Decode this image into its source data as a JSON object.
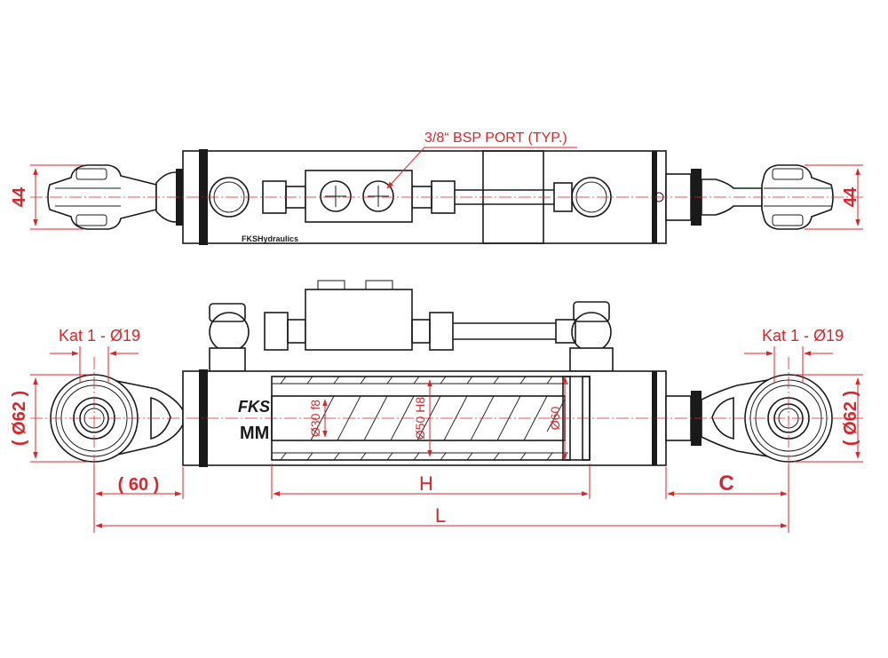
{
  "labels": {
    "port_note": "3/8“ BSP PORT (TYP.)",
    "width_left": "44",
    "width_right": "44",
    "kat_left": "Kat 1 - Ø19",
    "kat_right": "Kat 1 - Ø19",
    "eye_dia_left": "( Ø62 )",
    "eye_dia_right": "( Ø62 )",
    "rod_dia": "Ø30 f8",
    "bore_dia": "Ø50 H8",
    "outer_dia": "Ø60",
    "dim_60": "( 60 )",
    "dim_h": "H",
    "dim_c": "C",
    "dim_l": "L",
    "logo_top": "FKSHydraulics",
    "logo_front_1": "FKS",
    "logo_front_2": "MM"
  },
  "colors": {
    "dimension": "#d9262b",
    "outline": "#1a1a1a"
  }
}
